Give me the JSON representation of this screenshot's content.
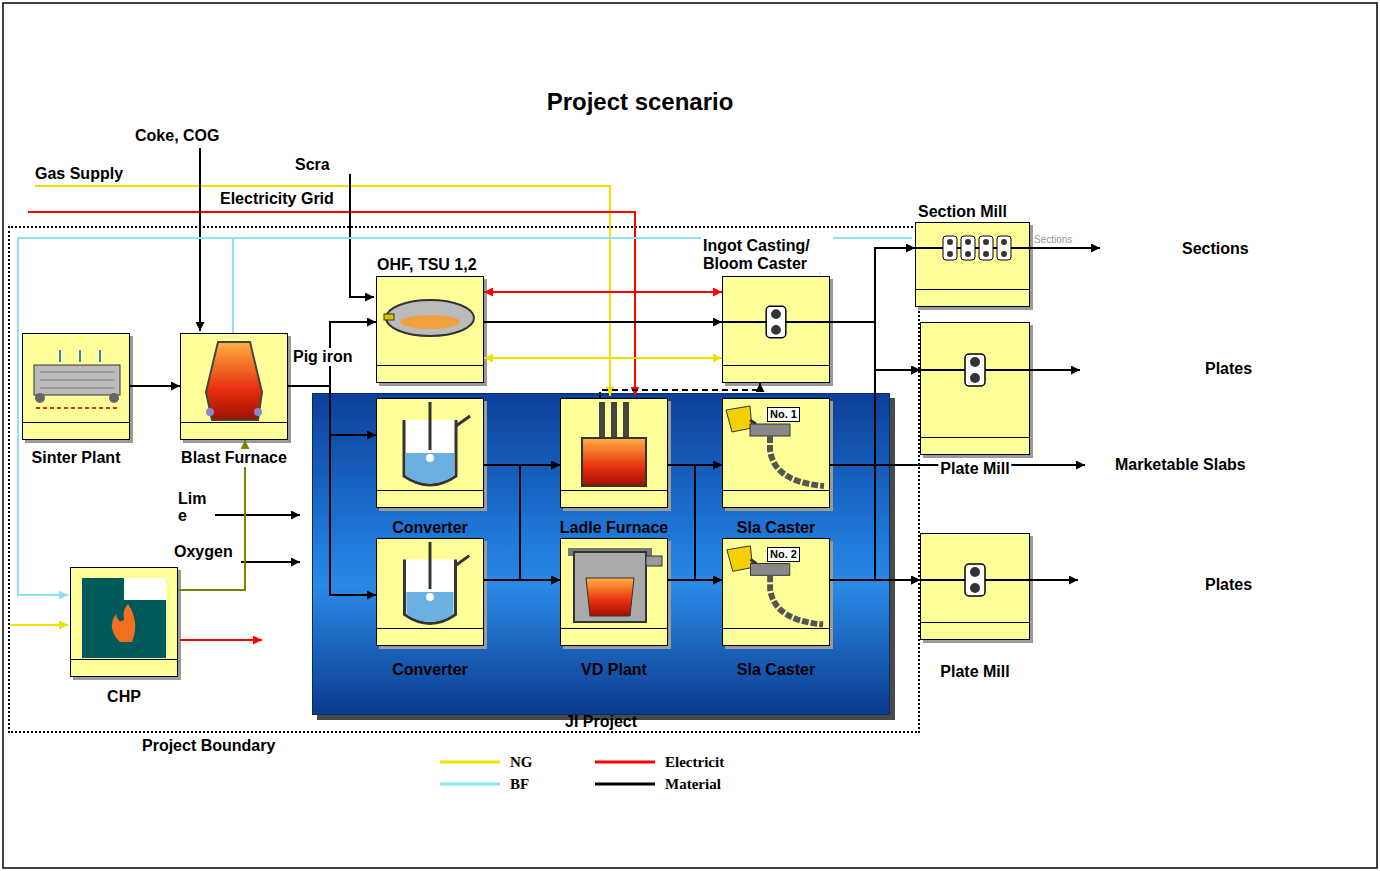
{
  "diagram": {
    "title": "Project scenario",
    "nodes": [
      {
        "text": [
          "Project Boundary"
        ]
      },
      {
        "text": [
          "OHF, TSU 1,2"
        ],
        "in": 0
      },
      {
        "text": [
          "Ingot Casting/ Bloom Caster"
        ],
        "in": 0
      },
      {
        "text": [
          "Section Mill"
        ]
      },
      {
        "text": [
          "Plate Mill"
        ]
      },
      {
        "text": [
          "Sinter Plant"
        ],
        "in": 0
      },
      {
        "text": [
          "Blast Furnace"
        ],
        "in": 0
      },
      {
        "text": [
          "JI Project"
        ],
        "in": 0
      },
      {
        "text": [
          "Converter"
        ],
        "in": 7
      },
      {
        "text": [
          "Ladle Furnace"
        ],
        "in": 7
      },
      {
        "text": [
          "No. 1",
          "Sla Caster"
        ],
        "in": 7
      },
      {
        "text": [
          "Converter"
        ],
        "in": 7
      },
      {
        "text": [
          "VD Plant"
        ],
        "in": 7
      },
      {
        "text": [
          "No. 2",
          "Sla Caster"
        ],
        "in": 7
      },
      {
        "text": [
          "CHP"
        ],
        "in": 0
      },
      {
        "text": [
          "Plate Mill"
        ]
      }
    ],
    "edges": [
      {
        "from": 5,
        "to": 6,
        "arrow": "to"
      },
      {
        "from": 6,
        "to": 1,
        "arrow": "to"
      },
      {
        "from": 6,
        "to": 8,
        "arrow": "to"
      },
      {
        "from": 6,
        "to": 11,
        "arrow": "to"
      },
      {
        "from": 14,
        "to": 6,
        "arrow": "to"
      },
      {
        "from": 1,
        "to": 2,
        "arrow": "to"
      },
      {
        "from": 1,
        "to": 2,
        "arrow": "both"
      },
      {
        "from": 1,
        "to": 2,
        "arrow": "both"
      },
      {
        "from": 8,
        "to": 9,
        "arrow": "to"
      },
      {
        "from": 8,
        "to": 12,
        "arrow": "to"
      },
      {
        "from": 11,
        "to": 9,
        "arrow": "to"
      },
      {
        "from": 11,
        "to": 12,
        "arrow": "to"
      },
      {
        "from": 9,
        "to": 10,
        "arrow": "to"
      },
      {
        "from": 9,
        "to": 13,
        "arrow": "to"
      },
      {
        "from": 12,
        "to": 10,
        "arrow": "to"
      },
      {
        "from": 12,
        "to": 13,
        "arrow": "to"
      },
      {
        "from": 9,
        "to": 2,
        "arrow": "to"
      },
      {
        "from": 2,
        "to": 3,
        "arrow": "to"
      },
      {
        "from": 2,
        "to": 4,
        "arrow": "to"
      },
      {
        "from": 10,
        "to": 4,
        "arrow": "to"
      },
      {
        "from": 10,
        "to": 15,
        "arrow": "to"
      },
      {
        "from": 13,
        "to": 15,
        "arrow": "to"
      }
    ],
    "labels": [
      "Coke, COG",
      "Scra",
      "Gas Supply",
      "Electricity Grid",
      "Pig iron",
      "Lim e",
      "Oxygen",
      "Sections",
      "Sections",
      "Plates",
      "Marketable Slabs",
      "Plates"
    ],
    "legend": [
      {
        "text": "NG"
      },
      {
        "text": "BF"
      },
      {
        "text": "Electricit"
      },
      {
        "text": "Material"
      }
    ]
  }
}
